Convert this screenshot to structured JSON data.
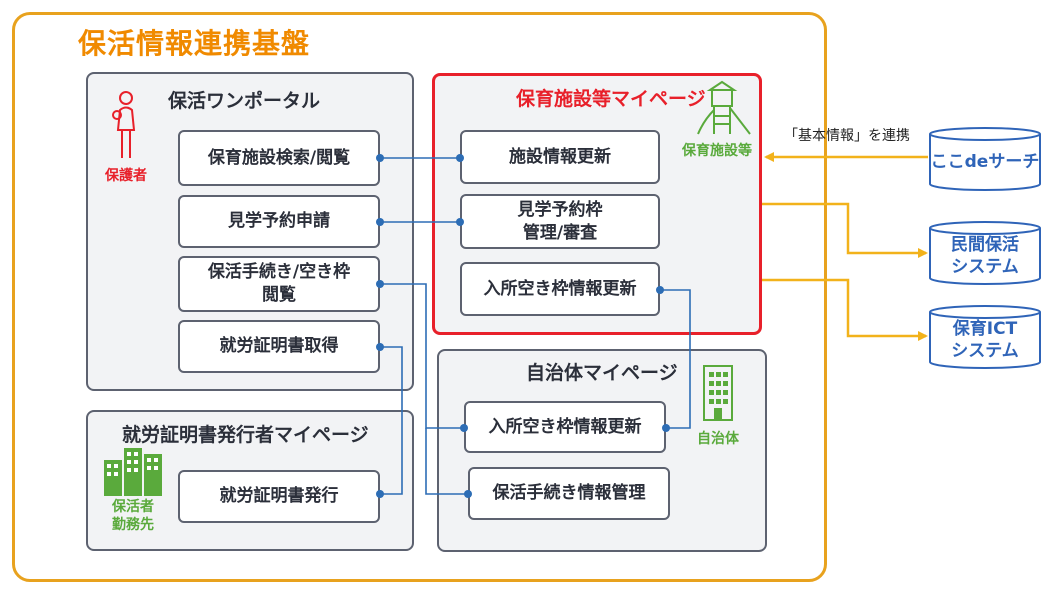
{
  "title": "保活情報連携基盤",
  "portal": {
    "title": "保活ワンポータル",
    "actor": "保護者",
    "buttons": [
      "保育施設検索/閲覧",
      "見学予約申請",
      "保活手続き/空き枠\n閲覧",
      "就労証明書取得"
    ]
  },
  "employer": {
    "title": "就労証明書発行者マイページ",
    "actor": "保活者\n勤務先",
    "buttons": [
      "就労証明書発行"
    ]
  },
  "facility": {
    "title": "保育施設等マイページ",
    "actor": "保育施設等",
    "buttons": [
      "施設情報更新",
      "見学予約枠\n管理/審査",
      "入所空き枠情報更新"
    ]
  },
  "municipality": {
    "title": "自治体マイページ",
    "actor": "自治体",
    "buttons": [
      "入所空き枠情報更新",
      "保活手続き情報管理"
    ]
  },
  "external": {
    "link_label": "「基本情報」を連携",
    "systems": [
      "ここdeサーチ",
      "民間保活\nシステム",
      "保育ICT\nシステム"
    ]
  },
  "colors": {
    "frame": "#e8a21e",
    "title": "#f08a00",
    "red": "#e8202a",
    "green": "#5aaa3c",
    "blue_line": "#2d6db5",
    "yellow_line": "#f2b21b",
    "system_text": "#2f64b8"
  }
}
